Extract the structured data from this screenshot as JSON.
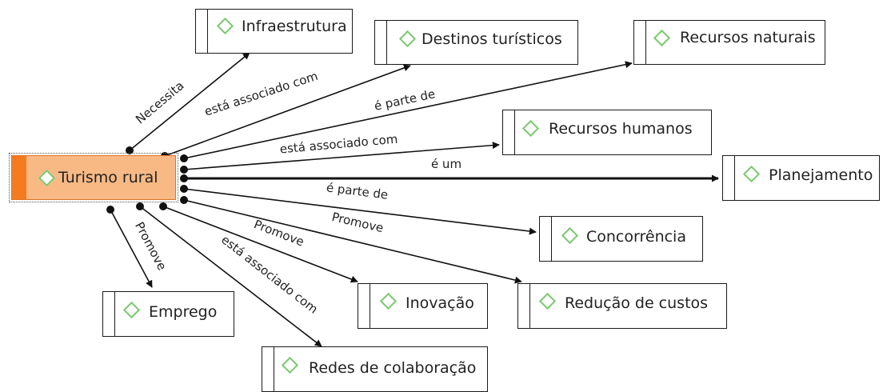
{
  "central": {
    "label": "Turismo rural"
  },
  "nodes": [
    {
      "id": "infra",
      "label": "Infraestrutura"
    },
    {
      "id": "destinos",
      "label": "Destinos turísticos"
    },
    {
      "id": "naturais",
      "label": "Recursos naturais"
    },
    {
      "id": "humanos",
      "label": "Recursos humanos"
    },
    {
      "id": "planejamento",
      "label": "Planejamento"
    },
    {
      "id": "concorrencia",
      "label": "Concorrência"
    },
    {
      "id": "inovacao",
      "label": "Inovação"
    },
    {
      "id": "reducao",
      "label": "Redução de custos"
    },
    {
      "id": "emprego",
      "label": "Emprego"
    },
    {
      "id": "redes",
      "label": "Redes de colaboração"
    }
  ],
  "edges": [
    {
      "to": "infra",
      "label": "Necessita"
    },
    {
      "to": "destinos",
      "label": "está associado com"
    },
    {
      "to": "naturais",
      "label": "é parte de"
    },
    {
      "to": "humanos",
      "label": "está associado com"
    },
    {
      "to": "planejamento",
      "label": "é um"
    },
    {
      "to": "concorrencia",
      "label": "é parte de"
    },
    {
      "to": "reducao",
      "label": "Promove"
    },
    {
      "to": "inovacao",
      "label": "Promove"
    },
    {
      "to": "emprego",
      "label": "Promove"
    },
    {
      "to": "redes",
      "label": "está associado com"
    }
  ]
}
